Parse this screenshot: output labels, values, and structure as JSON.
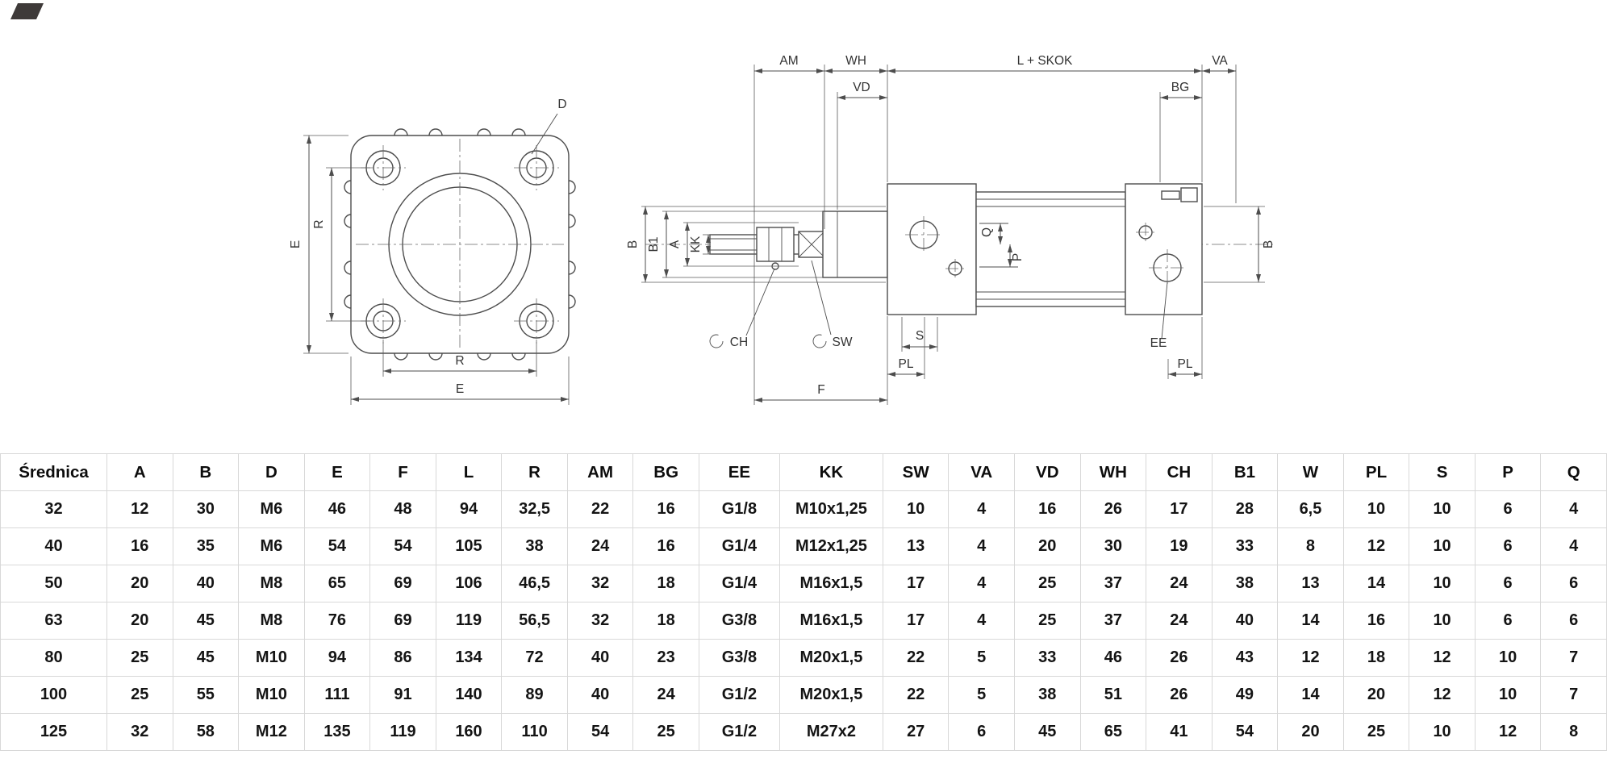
{
  "drawing": {
    "front": {
      "d": "D",
      "e_left": "E",
      "r_left": "R",
      "r_bottom": "R",
      "e_bottom": "E"
    },
    "side": {
      "am": "AM",
      "wh": "WH",
      "vd": "VD",
      "l_skok": "L + SKOK",
      "va": "VA",
      "bg": "BG",
      "b_left": "B",
      "b1": "B1",
      "a": "A",
      "kk": "KK",
      "b_right": "B",
      "ch": "CH",
      "sw": "SW",
      "s": "S",
      "pl_left": "PL",
      "f": "F",
      "ee": "EE",
      "pl_right": "PL",
      "q": "Q",
      "p": "P"
    }
  },
  "table": {
    "columns": [
      "Średnica",
      "A",
      "B",
      "D",
      "E",
      "F",
      "L",
      "R",
      "AM",
      "BG",
      "EE",
      "KK",
      "SW",
      "VA",
      "VD",
      "WH",
      "CH",
      "B1",
      "W",
      "PL",
      "S",
      "P",
      "Q"
    ],
    "rows": [
      [
        "32",
        "12",
        "30",
        "M6",
        "46",
        "48",
        "94",
        "32,5",
        "22",
        "16",
        "G1/8",
        "M10x1,25",
        "10",
        "4",
        "16",
        "26",
        "17",
        "28",
        "6,5",
        "10",
        "10",
        "6",
        "4"
      ],
      [
        "40",
        "16",
        "35",
        "M6",
        "54",
        "54",
        "105",
        "38",
        "24",
        "16",
        "G1/4",
        "M12x1,25",
        "13",
        "4",
        "20",
        "30",
        "19",
        "33",
        "8",
        "12",
        "10",
        "6",
        "4"
      ],
      [
        "50",
        "20",
        "40",
        "M8",
        "65",
        "69",
        "106",
        "46,5",
        "32",
        "18",
        "G1/4",
        "M16x1,5",
        "17",
        "4",
        "25",
        "37",
        "24",
        "38",
        "13",
        "14",
        "10",
        "6",
        "6"
      ],
      [
        "63",
        "20",
        "45",
        "M8",
        "76",
        "69",
        "119",
        "56,5",
        "32",
        "18",
        "G3/8",
        "M16x1,5",
        "17",
        "4",
        "25",
        "37",
        "24",
        "40",
        "14",
        "16",
        "10",
        "6",
        "6"
      ],
      [
        "80",
        "25",
        "45",
        "M10",
        "94",
        "86",
        "134",
        "72",
        "40",
        "23",
        "G3/8",
        "M20x1,5",
        "22",
        "5",
        "33",
        "46",
        "26",
        "43",
        "12",
        "18",
        "12",
        "10",
        "7"
      ],
      [
        "100",
        "25",
        "55",
        "M10",
        "111",
        "91",
        "140",
        "89",
        "40",
        "24",
        "G1/2",
        "M20x1,5",
        "22",
        "5",
        "38",
        "51",
        "26",
        "49",
        "14",
        "20",
        "12",
        "10",
        "7"
      ],
      [
        "125",
        "32",
        "58",
        "M12",
        "135",
        "119",
        "160",
        "110",
        "54",
        "25",
        "G1/2",
        "M27x2",
        "27",
        "6",
        "45",
        "65",
        "41",
        "54",
        "20",
        "25",
        "10",
        "12",
        "8"
      ]
    ]
  }
}
